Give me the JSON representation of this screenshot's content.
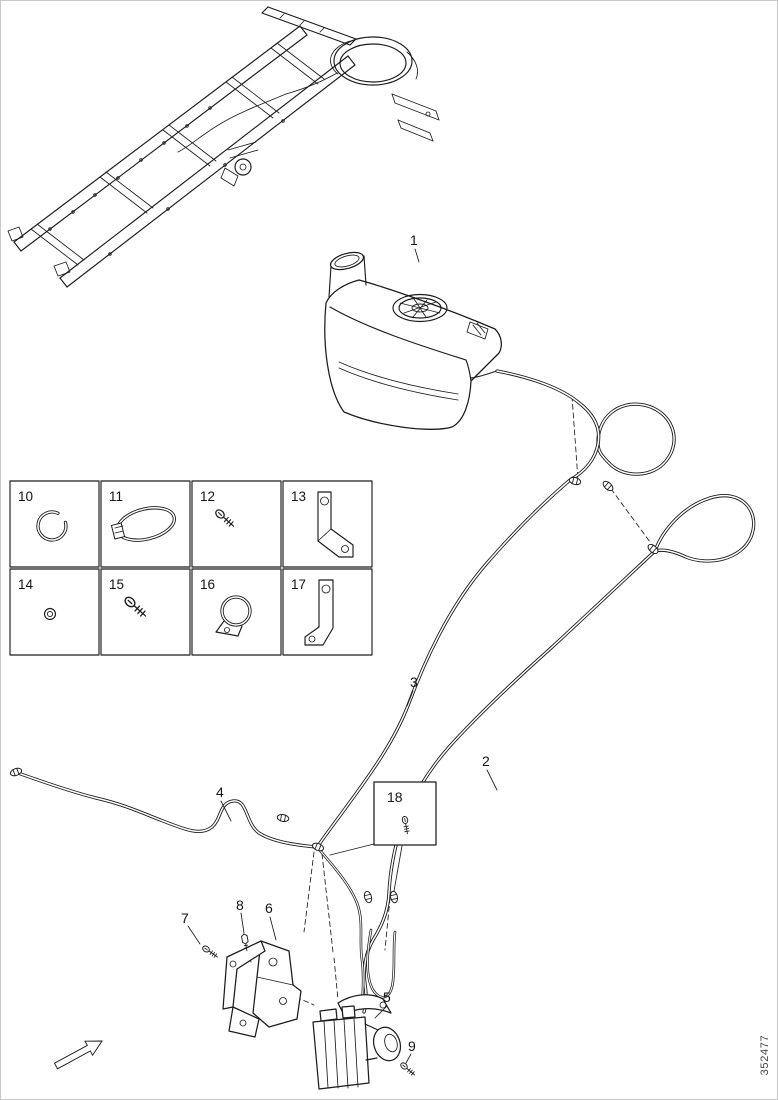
{
  "figure": {
    "id_label": "352477"
  },
  "callouts": {
    "reservoir": "1",
    "hose_rear": "2",
    "hose_front": "3",
    "hose_left": "4",
    "washer_pump": "5",
    "mounting_bracket": "6",
    "screw": "7",
    "flange_bolt": "8",
    "pump_screw": "9",
    "clamp_detail": "18"
  },
  "parts_grid": {
    "cells": [
      {
        "label": "10",
        "part": "spring-hose-clip"
      },
      {
        "label": "11",
        "part": "hose-clamp-ring"
      },
      {
        "label": "12",
        "part": "self-tapping-screw"
      },
      {
        "label": "13",
        "part": "angle-bracket"
      },
      {
        "label": "14",
        "part": "nut"
      },
      {
        "label": "15",
        "part": "flange-screw"
      },
      {
        "label": "16",
        "part": "loop-clamp"
      },
      {
        "label": "17",
        "part": "angle-bracket-long"
      }
    ]
  },
  "colors": {
    "line": "#1c1c1c",
    "background": "#ffffff",
    "id_text": "#444444"
  }
}
